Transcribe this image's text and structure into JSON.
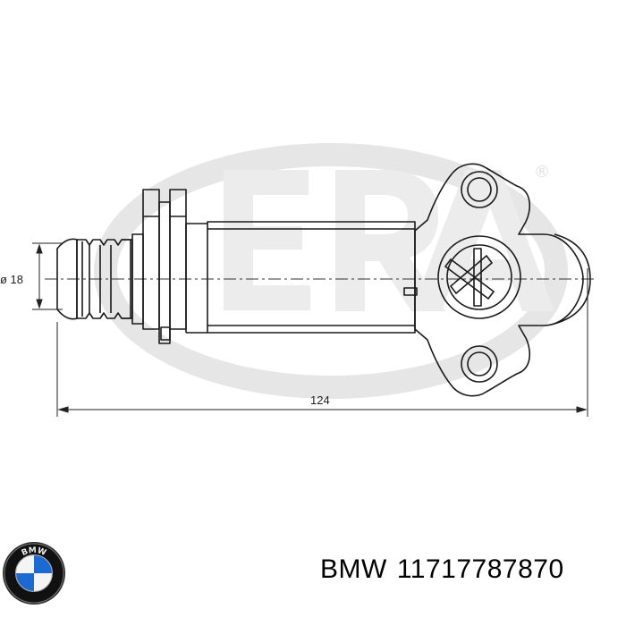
{
  "diagram": {
    "dimension_diameter": "ø 18",
    "dimension_length": "124",
    "watermark_registered": "®"
  },
  "caption": {
    "brand": "BMW",
    "part_number": "11717787870",
    "logo_letters": "BMW"
  },
  "colors": {
    "line": "#1a1a1a",
    "watermark": "#e3e3e3",
    "logo_blue": "#1c69d4",
    "logo_ring": "#111111"
  }
}
